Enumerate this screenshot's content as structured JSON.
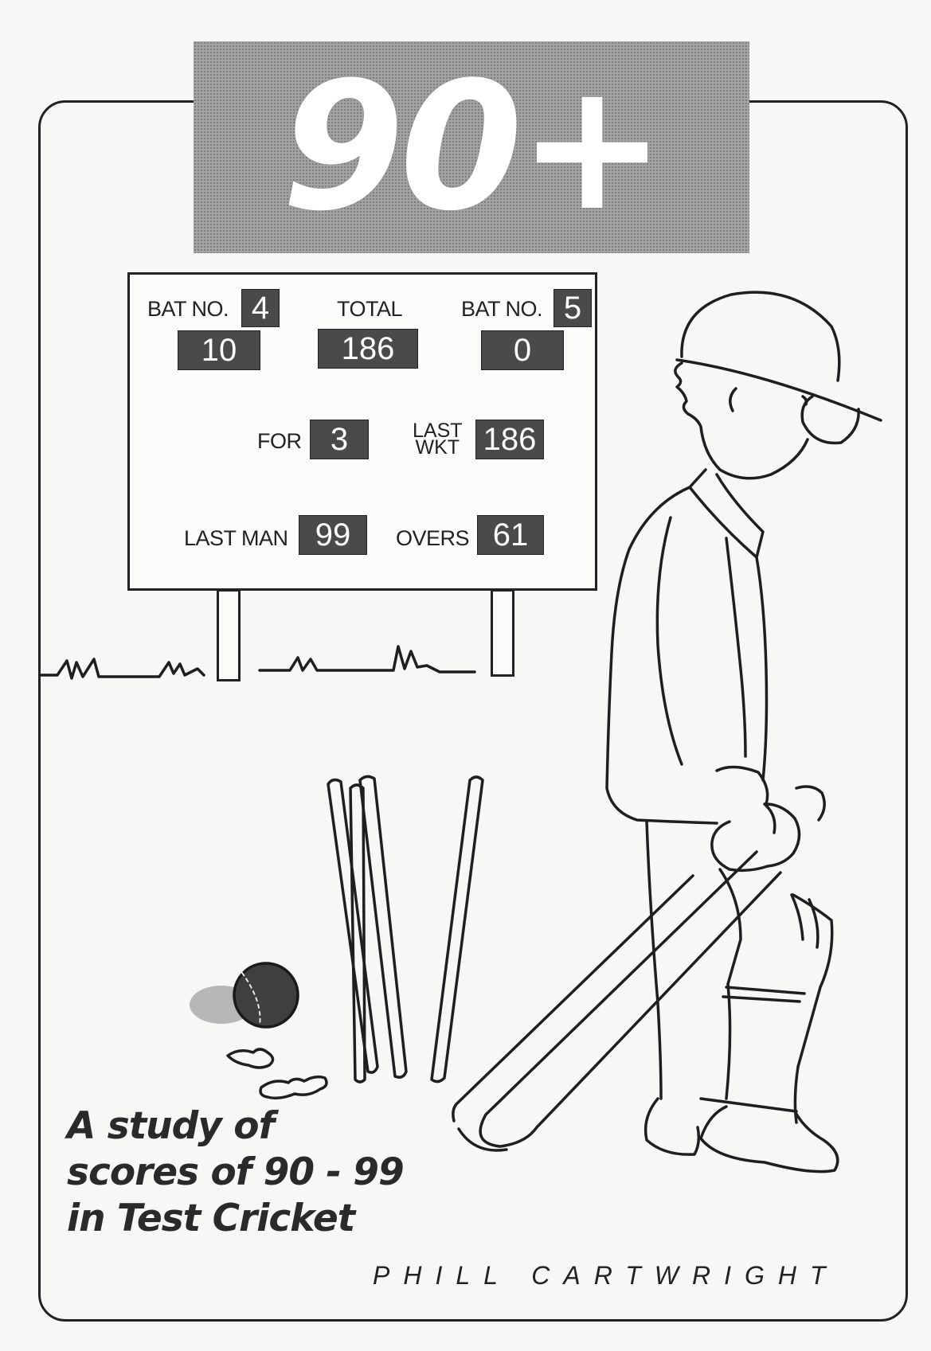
{
  "cover": {
    "title": "90+",
    "subtitle_lines": [
      "A study of",
      "scores of 90 - 99",
      "in Test Cricket"
    ],
    "author": "PHILL CARTWRIGHT"
  },
  "scoreboard": {
    "bat1": {
      "label": "BAT NO.",
      "number": "4",
      "score": "10"
    },
    "total": {
      "label": "TOTAL",
      "value": "186"
    },
    "bat2": {
      "label": "BAT NO.",
      "number": "5",
      "score": "0"
    },
    "wickets": {
      "label": "FOR",
      "value": "3"
    },
    "last_wkt": {
      "label_top": "LAST",
      "label_bottom": "WKT",
      "value": "186"
    },
    "last_man": {
      "label": "LAST MAN",
      "value": "99"
    },
    "overs": {
      "label": "OVERS",
      "value": "61"
    }
  },
  "illustration": {
    "icons": [
      "cricket-batsman-icon",
      "cricket-ball-icon",
      "broken-stumps-icon",
      "bails-icon",
      "grass-icon"
    ]
  }
}
